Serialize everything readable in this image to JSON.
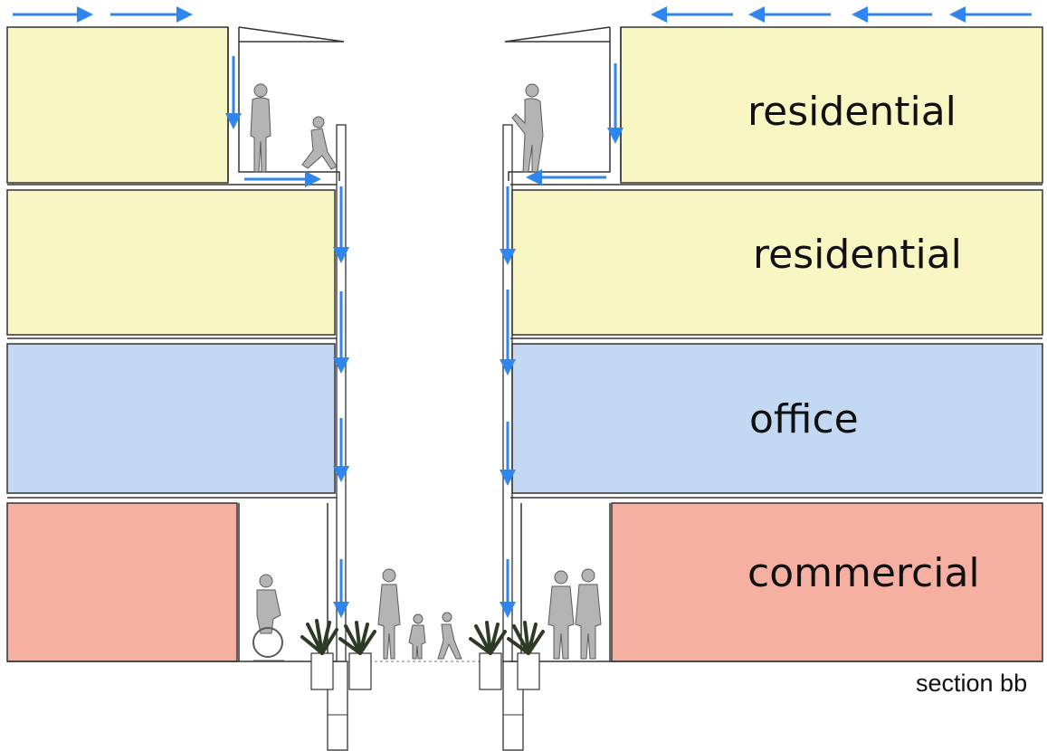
{
  "labels": {
    "residential_top": "residential",
    "residential_mid": "residential",
    "office": "office",
    "commercial": "commercial",
    "section": "section bb"
  },
  "colors": {
    "residential": "#f8f6c3",
    "office": "#c3d9f3",
    "commercial": "#f6b0a2",
    "arrow": "#2f86ee",
    "outline": "#333333",
    "figure": "#8c8c8c",
    "plant": "#2d3a24"
  },
  "icons": {
    "people": "person-figure-icon",
    "plants": "planter-icon",
    "flow": "airflow-arrow-icon"
  }
}
